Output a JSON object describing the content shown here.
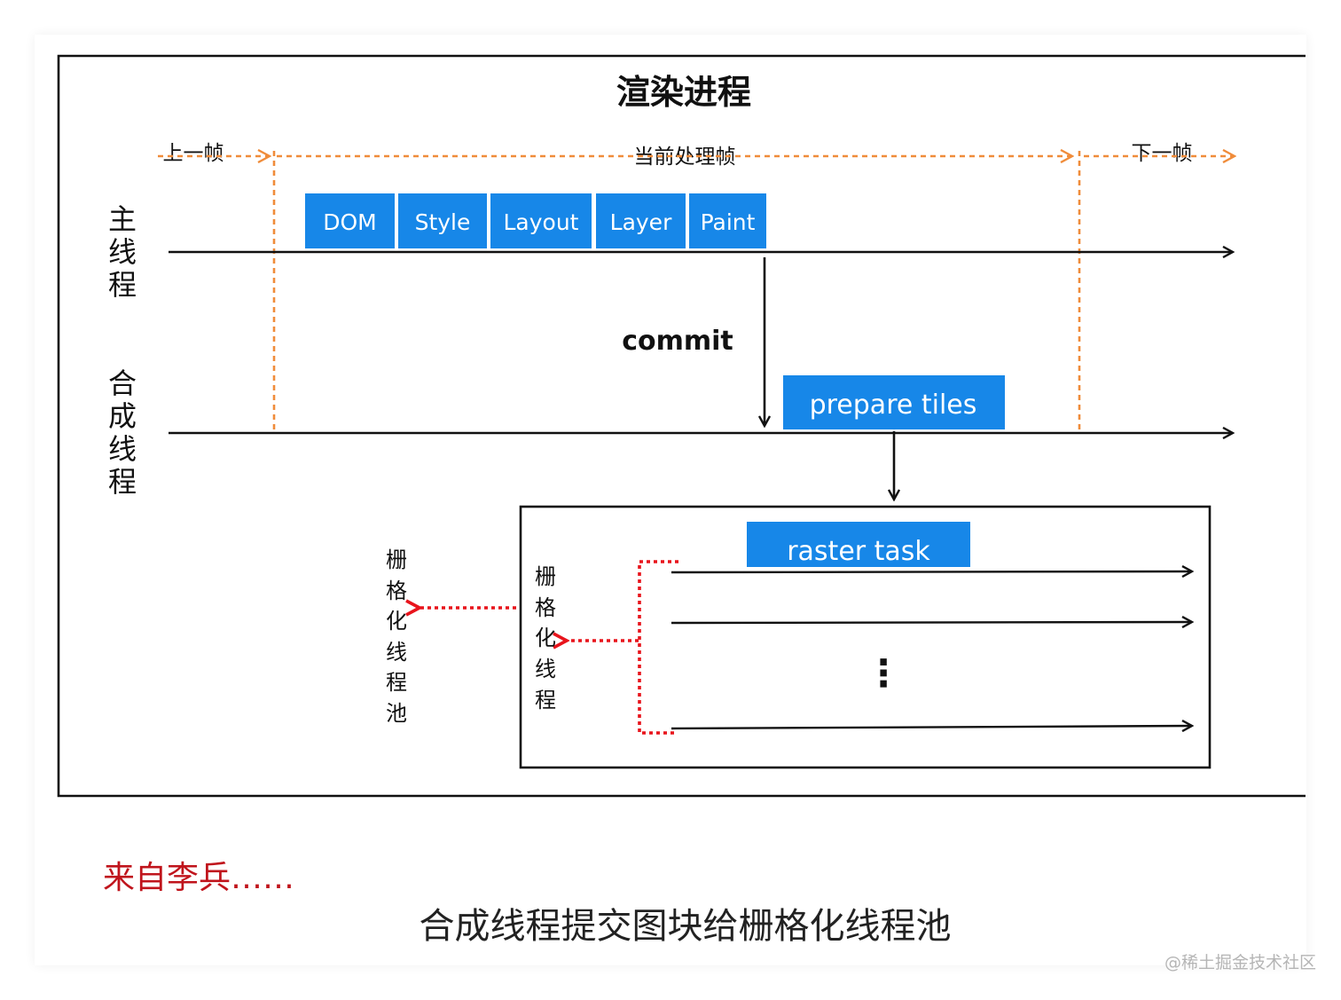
{
  "diagram": {
    "title": "渲染进程",
    "frames": {
      "prev": "上一帧",
      "current": "当前处理帧",
      "next": "下一帧"
    },
    "threads": {
      "main": [
        "主",
        "线",
        "程"
      ],
      "compositor": [
        "合",
        "成",
        "线",
        "程"
      ]
    },
    "main_tasks": [
      "DOM",
      "Style",
      "Layout",
      "Layer",
      "Paint"
    ],
    "commit_label": "commit",
    "prepare_tiles_label": "prepare tiles",
    "raster_task_label": "raster task",
    "raster_thread": [
      "栅",
      "格",
      "化",
      "线",
      "程"
    ],
    "raster_pool": [
      "栅",
      "格",
      "化",
      "线",
      "程",
      "池"
    ],
    "ellipsis": "⋮",
    "colors": {
      "task_blue": "#1787e8",
      "frame_orange": "#f08c3a",
      "pointer_red": "#e8141c",
      "line": "#111111"
    }
  },
  "source_note": "来自李兵……",
  "caption": "合成线程提交图块给栅格化线程池",
  "watermark": "@稀土掘金技术社区"
}
